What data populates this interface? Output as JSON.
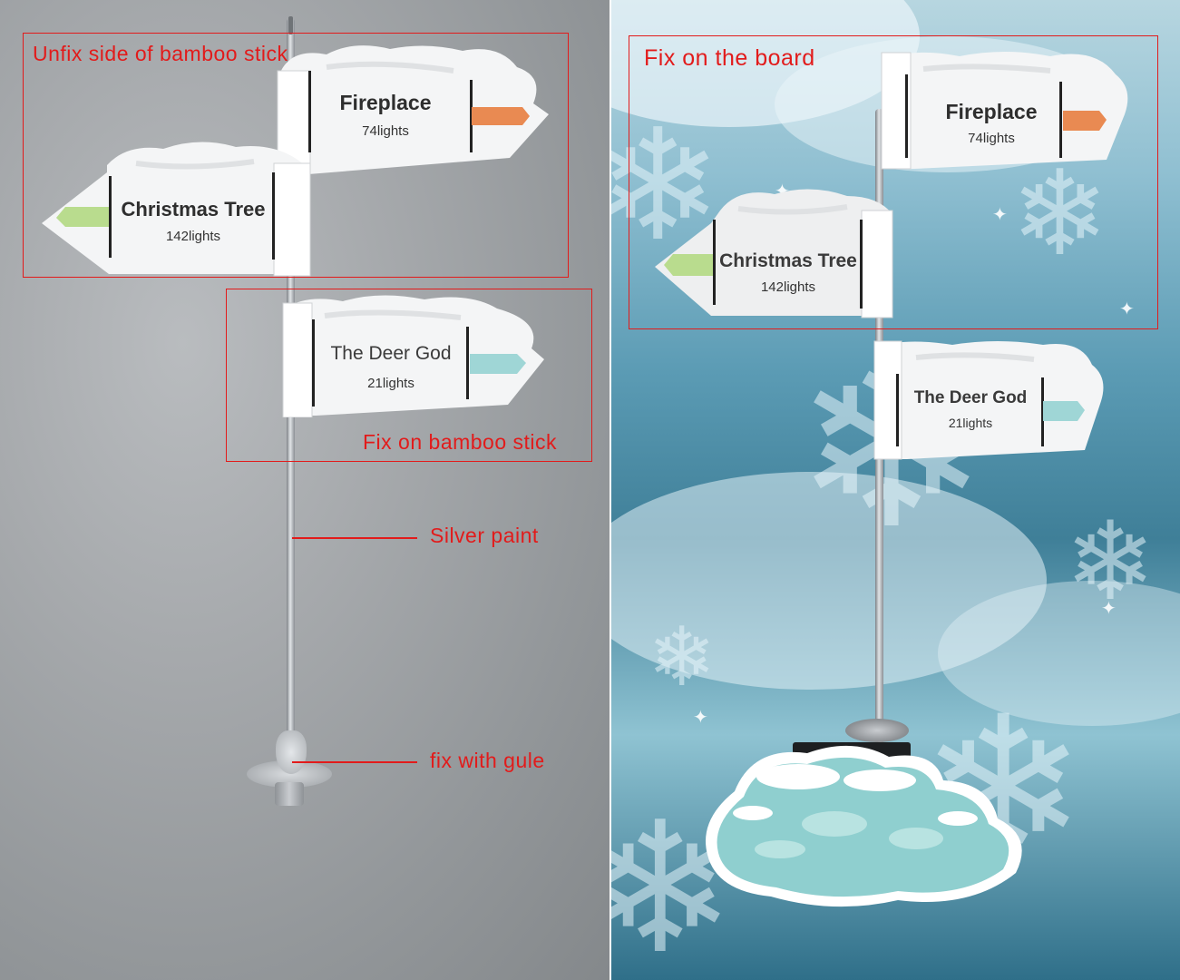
{
  "signs": {
    "fireplace": {
      "name": "Fireplace",
      "count": "74lights"
    },
    "christmas_tree": {
      "name": "Christmas Tree",
      "count": "142lights"
    },
    "deer_god": {
      "name": "The Deer God",
      "count": "21lights"
    }
  },
  "annotations": {
    "unfix_side": "Unfix side of bamboo stick",
    "fix_on_stick": "Fix on bamboo stick",
    "silver_paint": "Silver paint",
    "fix_with_glue": "fix with gule",
    "fix_on_board": "Fix on the board"
  },
  "colors": {
    "annotation_red": "#e21b1b",
    "fireplace_tab": "#e98a52",
    "christmas_tree_tab": "#b9dc8e",
    "deer_god_tab": "#9fd6d6"
  }
}
